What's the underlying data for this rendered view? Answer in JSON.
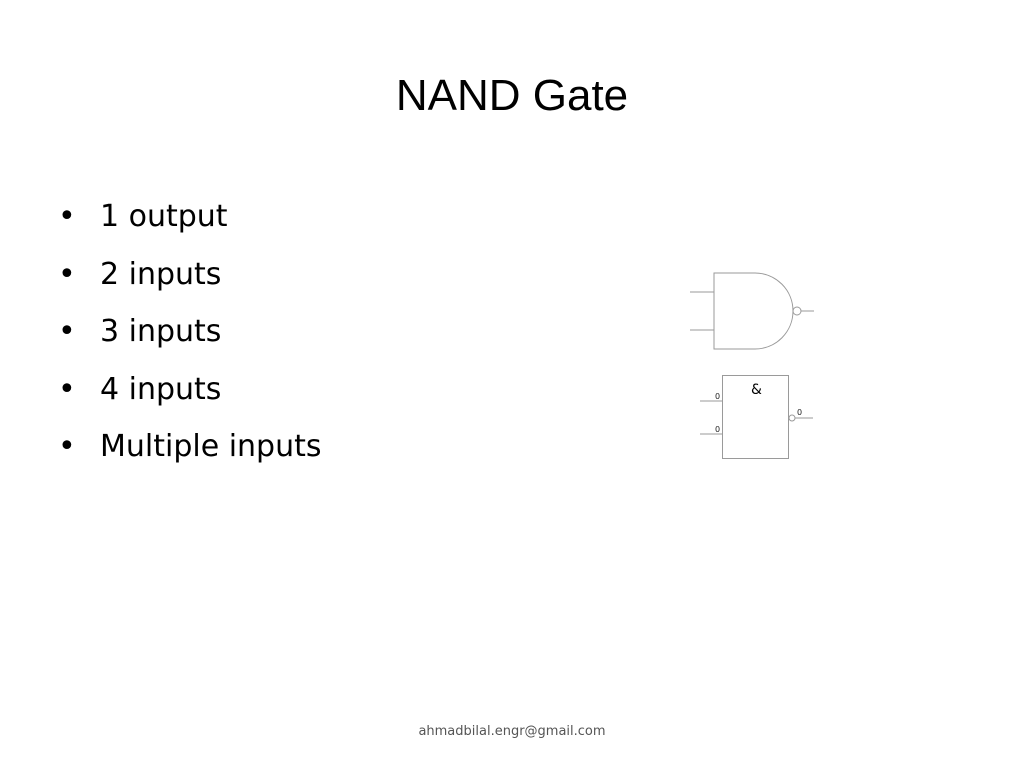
{
  "slide": {
    "title": "NAND Gate",
    "bullet_symbol": "•",
    "bullets": [
      "1 output",
      "2 inputs",
      "3 inputs",
      "4 inputs",
      "Multiple inputs"
    ],
    "footer": "ahmadbilal.engr@gmail.com"
  },
  "diagram": {
    "iec_symbol_label": "&",
    "input_values": [
      "0",
      "0"
    ],
    "output_value": "0",
    "line_color": "#9a9a9a"
  }
}
